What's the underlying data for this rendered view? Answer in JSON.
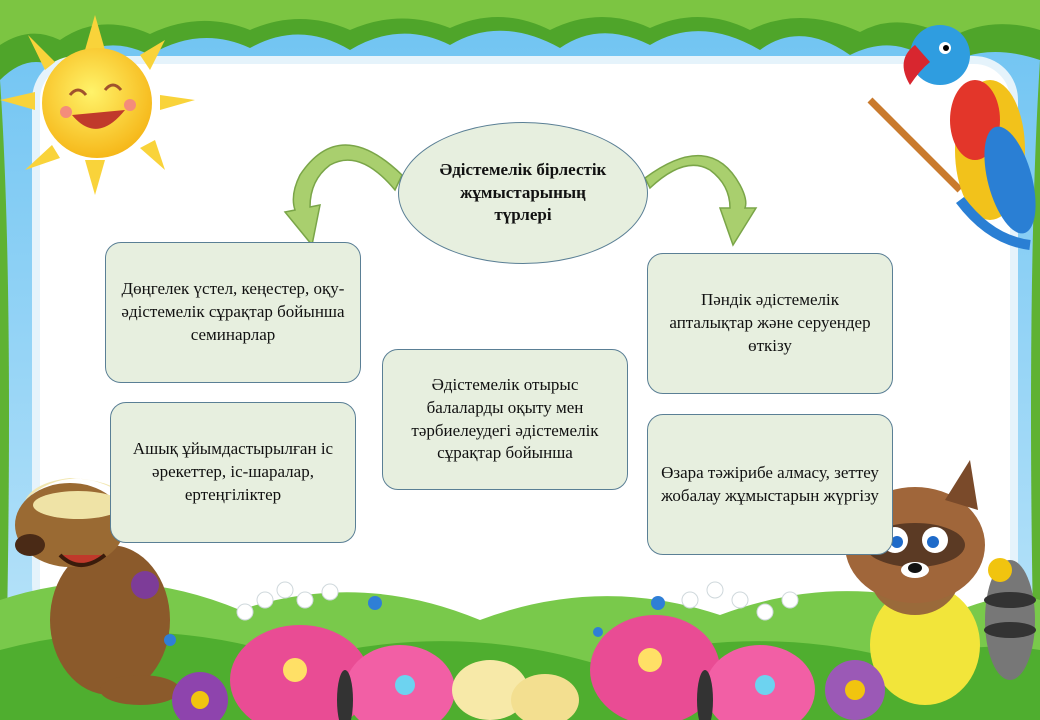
{
  "diagram": {
    "center": {
      "text": "Әдістемелік бірлестік жұмыстарының түрлері"
    },
    "boxes": [
      {
        "id": "left-top",
        "text": "Дөңгелек үстел, кеңестер, оқу-әдістемелік сұрақтар бойынша семинарлар"
      },
      {
        "id": "left-bottom",
        "text": "Ашық ұйымдастырылған іс әрекеттер, іс-шаралар, ертеңгіліктер"
      },
      {
        "id": "middle",
        "text": "Әдістемелік отырыс балаларды оқыту мен тәрбиелеудегі әдістемелік сұрақтар бойынша"
      },
      {
        "id": "right-top",
        "text": "Пәндік әдістемелік апталықтар және серуендер өткізу"
      },
      {
        "id": "right-bottom",
        "text": "Өзара тәжірибе алмасу, зеттеу жобалау жұмыстарын жүргізу"
      }
    ]
  },
  "colors": {
    "node_fill": "#e7efdf",
    "node_border": "#5a7f95",
    "arrow_green": "#8dbb4c",
    "frame_green": "#5fb233",
    "sky_blue": "#35a5e8"
  },
  "decorations": [
    "sun-icon",
    "parrot-icon",
    "mole-character",
    "raccoon-character",
    "butterfly-icon",
    "flower-icon",
    "lily-of-the-valley-icon",
    "grass-border"
  ]
}
